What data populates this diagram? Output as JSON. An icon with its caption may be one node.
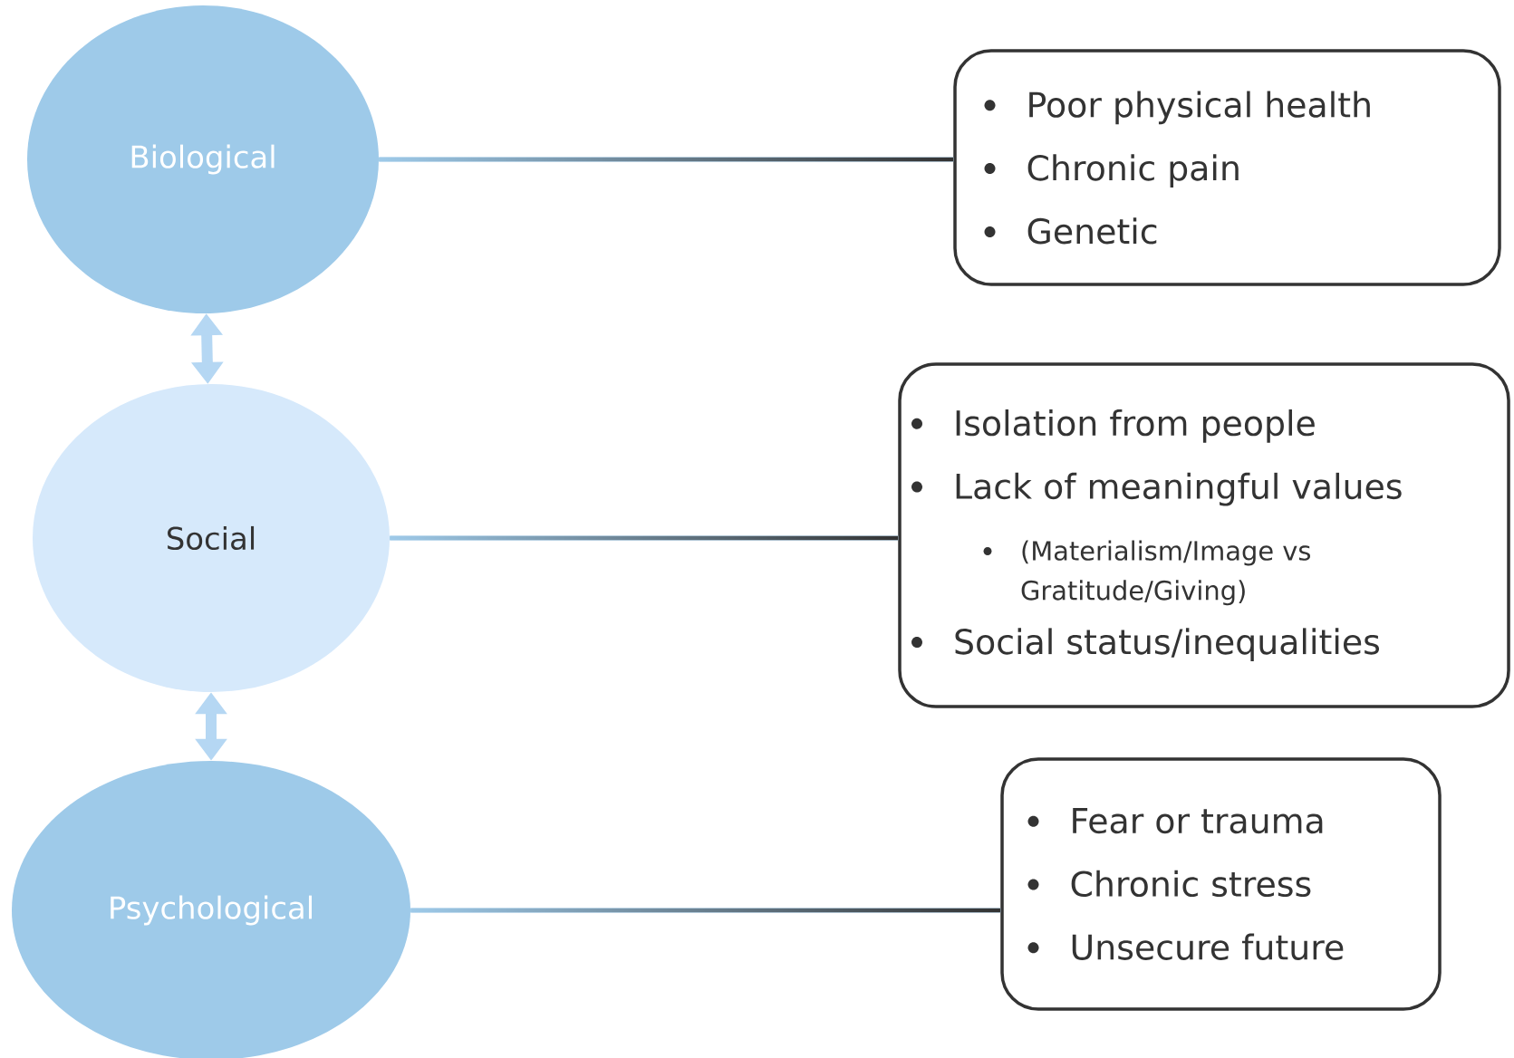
{
  "diagram": {
    "nodes": [
      {
        "text": [
          "Biological"
        ]
      },
      {
        "text": [
          "Social"
        ]
      },
      {
        "text": [
          "Psychological"
        ]
      },
      {
        "text": [
          "Poor physical health",
          "Chronic pain",
          "Genetic"
        ]
      },
      {
        "text": [
          "Isolation from people",
          "Lack of meaningful values",
          "(Materialism/Image vs Gratitude/Giving)",
          "Social status/inequalities"
        ]
      },
      {
        "text": [
          "Fear or trauma",
          "Chronic stress",
          "Unsecure future"
        ]
      }
    ],
    "edges": [
      {
        "from": 0,
        "to": 1,
        "arrow": "both",
        "style": "thick"
      },
      {
        "from": 1,
        "to": 2,
        "arrow": "both",
        "style": "thick"
      },
      {
        "from": 0,
        "to": 3,
        "arrow": "none"
      },
      {
        "from": 1,
        "to": 4,
        "arrow": "none"
      },
      {
        "from": 2,
        "to": 5,
        "arrow": "none"
      }
    ]
  }
}
